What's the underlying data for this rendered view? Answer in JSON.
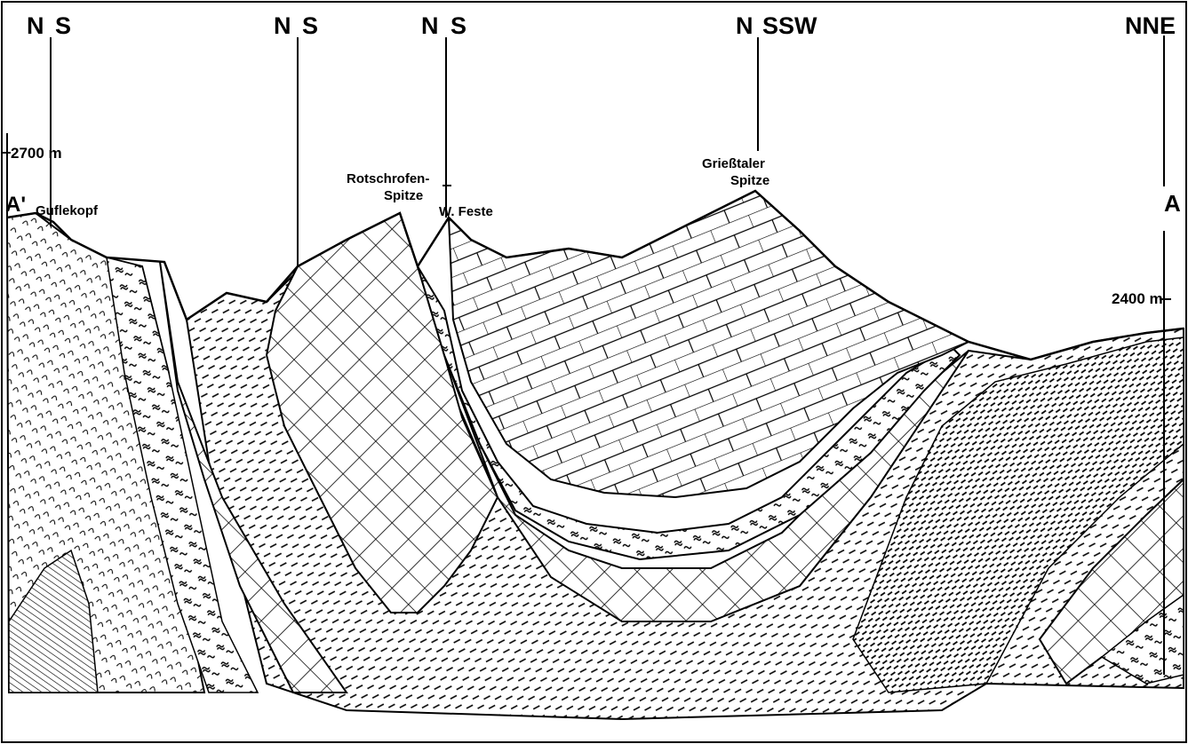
{
  "section_markers": [
    {
      "left": "N",
      "right": "S"
    },
    {
      "left": "N",
      "right": "S"
    },
    {
      "left": "N",
      "right": "S"
    },
    {
      "left": "N",
      "right": "SSW"
    },
    {
      "left": "",
      "right": "NNE"
    }
  ],
  "elevation_left": "2700 m",
  "elevation_right": "2400 m",
  "end_left": "A'",
  "end_right": "A",
  "peaks": {
    "guflekopf": "Guflekopf",
    "rotschrofen_1": "Rotschrofen-",
    "rotschrofen_2": "Spitze",
    "w_feste": "W. Feste",
    "griesstaler_1": "Grießtaler",
    "griesstaler_2": "Spitze"
  }
}
